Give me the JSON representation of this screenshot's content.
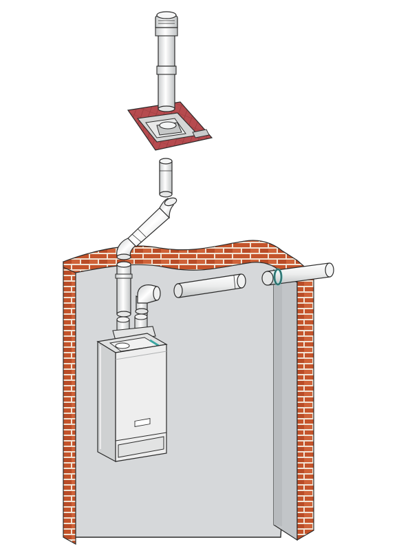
{
  "colors": {
    "background": "#ffffff",
    "wall_face": "#d6d8da",
    "wall_side": "#c2c5c8",
    "wall_shadow": "#b8bbbe",
    "brick": "#c4542b",
    "brick_light": "#d9734a",
    "mortar": "#f1e3d4",
    "flue_pipe": "#f0f1f1",
    "flue_shade": "#c9cccd",
    "outline": "#2b2b2b",
    "roof_tile": "#b64b4f",
    "roof_tile_dark": "#8e3538",
    "flashing": "#d5d6d6",
    "boiler_body": "#eeeeee",
    "boiler_side": "#cfd1d2",
    "accent_teal": "#3aa6a2"
  },
  "components": [
    {
      "id": "vertical-flue-terminal",
      "icon": "flue-terminal-cap-icon"
    },
    {
      "id": "roof-flashing",
      "icon": "roof-flashing-icon"
    },
    {
      "id": "flue-extension-vertical",
      "icon": "flue-pipe-icon"
    },
    {
      "id": "flue-bend-45",
      "icon": "flue-bend-icon"
    },
    {
      "id": "flue-bend-90",
      "icon": "flue-elbow-icon"
    },
    {
      "id": "horizontal-flue-extension",
      "icon": "flue-pipe-icon"
    },
    {
      "id": "horizontal-flue-terminal",
      "icon": "wall-terminal-icon"
    },
    {
      "id": "twin-pipe-adaptor",
      "icon": "twin-adaptor-icon"
    },
    {
      "id": "boiler",
      "icon": "boiler-icon"
    },
    {
      "id": "brick-wall",
      "icon": "brick-wall-icon"
    }
  ]
}
